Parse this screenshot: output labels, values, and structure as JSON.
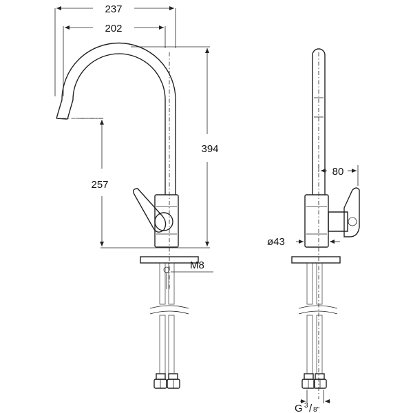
{
  "dimensions": {
    "width_outer": "237",
    "width_inner": "202",
    "height_total": "394",
    "height_spout": "257",
    "thread_label": "M8",
    "diameter_body": "ø43",
    "lever_offset": "80",
    "connection_main": "G",
    "connection_num": "3",
    "connection_den": "8\""
  }
}
